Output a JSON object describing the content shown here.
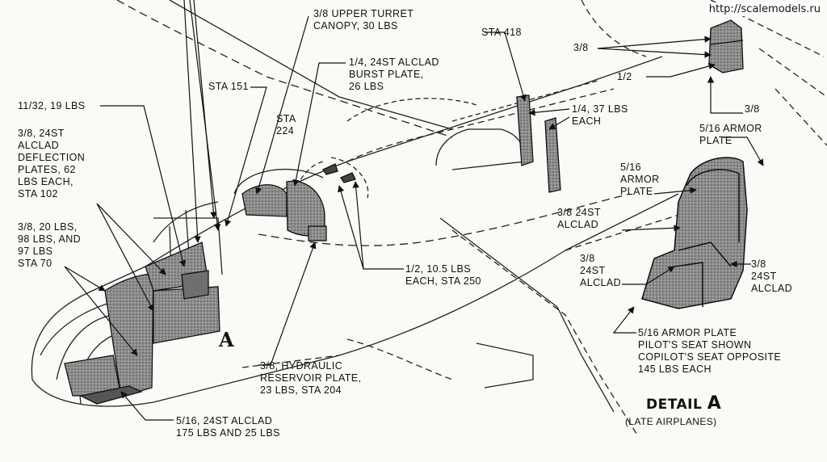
{
  "watermark": "http://scalemodels.ru",
  "labels": {
    "upper_turret": [
      "3/8 UPPER TURRET",
      "CANOPY, 30 LBS"
    ],
    "burst_plate": [
      "1/4, 24ST ALCLAD",
      "BURST PLATE,",
      "26 LBS"
    ],
    "sta151": [
      "STA 151"
    ],
    "sta224": [
      "STA",
      "224"
    ],
    "sta418": [
      "STA 418"
    ],
    "top_38": [
      "3/8"
    ],
    "top_12": [
      "1/2"
    ],
    "right_38": [
      "3/8"
    ],
    "quarter_37": [
      "1/4, 37 LBS",
      "EACH"
    ],
    "armor_516_top": [
      "5/16 ARMOR",
      "PLATE"
    ],
    "armor_516_mid": [
      "5/16",
      "ARMOR",
      "PLATE"
    ],
    "alclad_38_left": [
      "3/8 24ST",
      "ALCLAD"
    ],
    "alclad_38_mid": [
      "3/8",
      "24ST",
      "ALCLAD"
    ],
    "alclad_38_right": [
      "3/8",
      "24ST",
      "ALCLAD"
    ],
    "pilot_seat": [
      "5/16 ARMOR PLATE",
      "PILOT'S SEAT SHOWN",
      "COPILOT'S SEAT OPPOSITE",
      "145 LBS EACH"
    ],
    "sta250": [
      "1/2, 10.5 LBS",
      "EACH, STA 250"
    ],
    "hydraulic": [
      "3/8, HYDRAULIC",
      "RESERVOIR PLATE,",
      "23 LBS, STA 204"
    ],
    "nose_alclad": [
      "5/16, 24ST ALCLAD",
      "175 LBS AND 25 LBS"
    ],
    "eleven32": [
      "11/32, 19 LBS"
    ],
    "deflection": [
      "3/8, 24ST",
      "ALCLAD",
      "DEFLECTION",
      "PLATES, 62",
      "LBS EACH,",
      "STA 102"
    ],
    "sta70": [
      "3/8, 20 LBS,",
      "98 LBS, AND",
      "97 LBS",
      "STA 70"
    ]
  },
  "big_letter": "A",
  "detail_title": "DETAIL",
  "detail_letter": "A",
  "detail_subtitle": "(LATE AIRPLANES)"
}
